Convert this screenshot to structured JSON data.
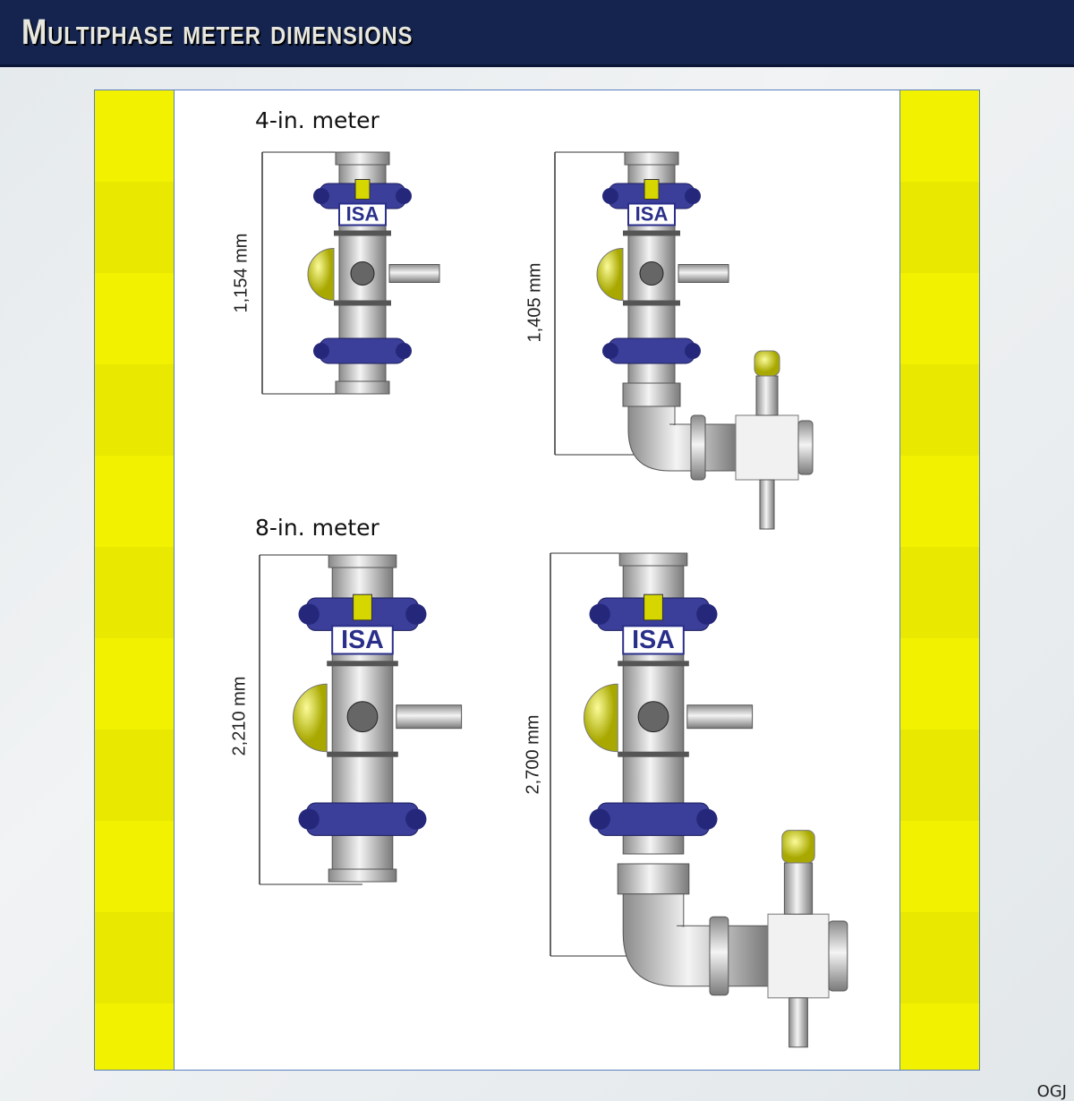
{
  "header": {
    "title": "Multiphase meter dimensions"
  },
  "sections": [
    {
      "label": "4-in. meter",
      "meters": [
        {
          "height_label": "1,154 mm"
        },
        {
          "height_label": "1,405 mm"
        }
      ]
    },
    {
      "label": "8-in. meter",
      "meters": [
        {
          "height_label": "2,210 mm"
        },
        {
          "height_label": "2,700 mm"
        }
      ]
    }
  ],
  "logo_text": "ISA",
  "corner_credit": "OGJ",
  "colors": {
    "header": "#14244f",
    "strip": "#f2f200",
    "clamp": "#3b3f9a",
    "body": "#c9c9c9",
    "cap": "#e2e000"
  }
}
